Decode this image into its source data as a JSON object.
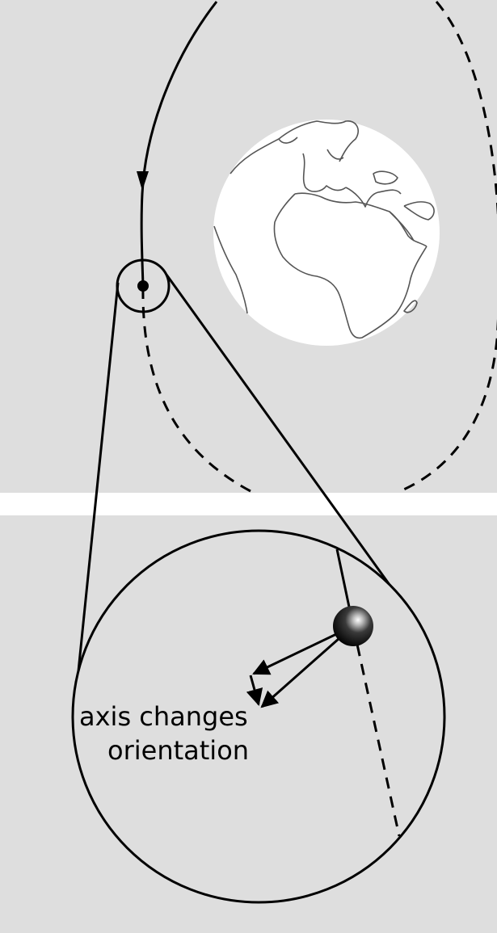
{
  "annotation": {
    "line1": "axis changes",
    "line2": "orientation"
  },
  "colors": {
    "panel_background": "#dedede",
    "separator": "#ffffff",
    "earth_fill": "#ffffff",
    "coastline": "#555555",
    "stroke": "#000000"
  },
  "icons": [
    "earth-globe",
    "satellite-sphere",
    "spin-axis-arrow",
    "trajectory-arrow"
  ]
}
